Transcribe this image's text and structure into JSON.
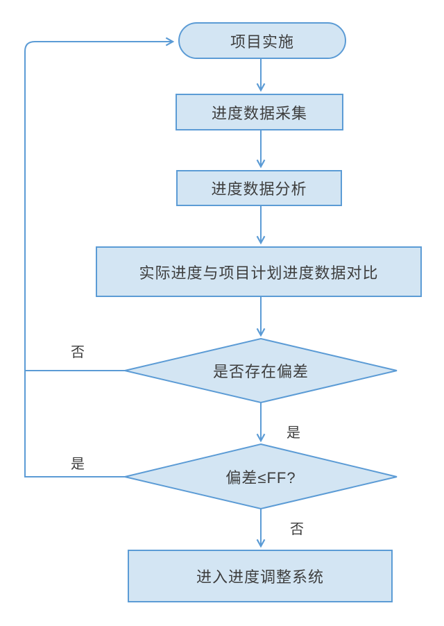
{
  "diagram": {
    "type": "flowchart",
    "nodes": {
      "start": {
        "shape": "stadium",
        "label": "项目实施"
      },
      "collect": {
        "shape": "rect",
        "label": "进度数据采集"
      },
      "analyze": {
        "shape": "rect",
        "label": "进度数据分析"
      },
      "compare": {
        "shape": "rect",
        "label": "实际进度与项目计划进度数据对比"
      },
      "deviation": {
        "shape": "diamond",
        "label": "是否存在偏差"
      },
      "ff_check": {
        "shape": "diamond",
        "label": "偏差≤FF?"
      },
      "adjust": {
        "shape": "rect",
        "label": "进入进度调整系统"
      }
    },
    "edge_labels": {
      "deviation_no": "否",
      "deviation_yes": "是",
      "ff_yes": "是",
      "ff_no": "否"
    },
    "edges": [
      {
        "from": "start",
        "to": "collect",
        "label": ""
      },
      {
        "from": "collect",
        "to": "analyze",
        "label": ""
      },
      {
        "from": "analyze",
        "to": "compare",
        "label": ""
      },
      {
        "from": "compare",
        "to": "deviation",
        "label": ""
      },
      {
        "from": "deviation",
        "to": "start",
        "label": "否"
      },
      {
        "from": "deviation",
        "to": "ff_check",
        "label": "是"
      },
      {
        "from": "ff_check",
        "to": "start",
        "label": "是"
      },
      {
        "from": "ff_check",
        "to": "adjust",
        "label": "否"
      }
    ],
    "colors": {
      "shape_fill": "#d3e5f3",
      "stroke": "#5b9bd5",
      "text": "#3d3d3d"
    }
  }
}
